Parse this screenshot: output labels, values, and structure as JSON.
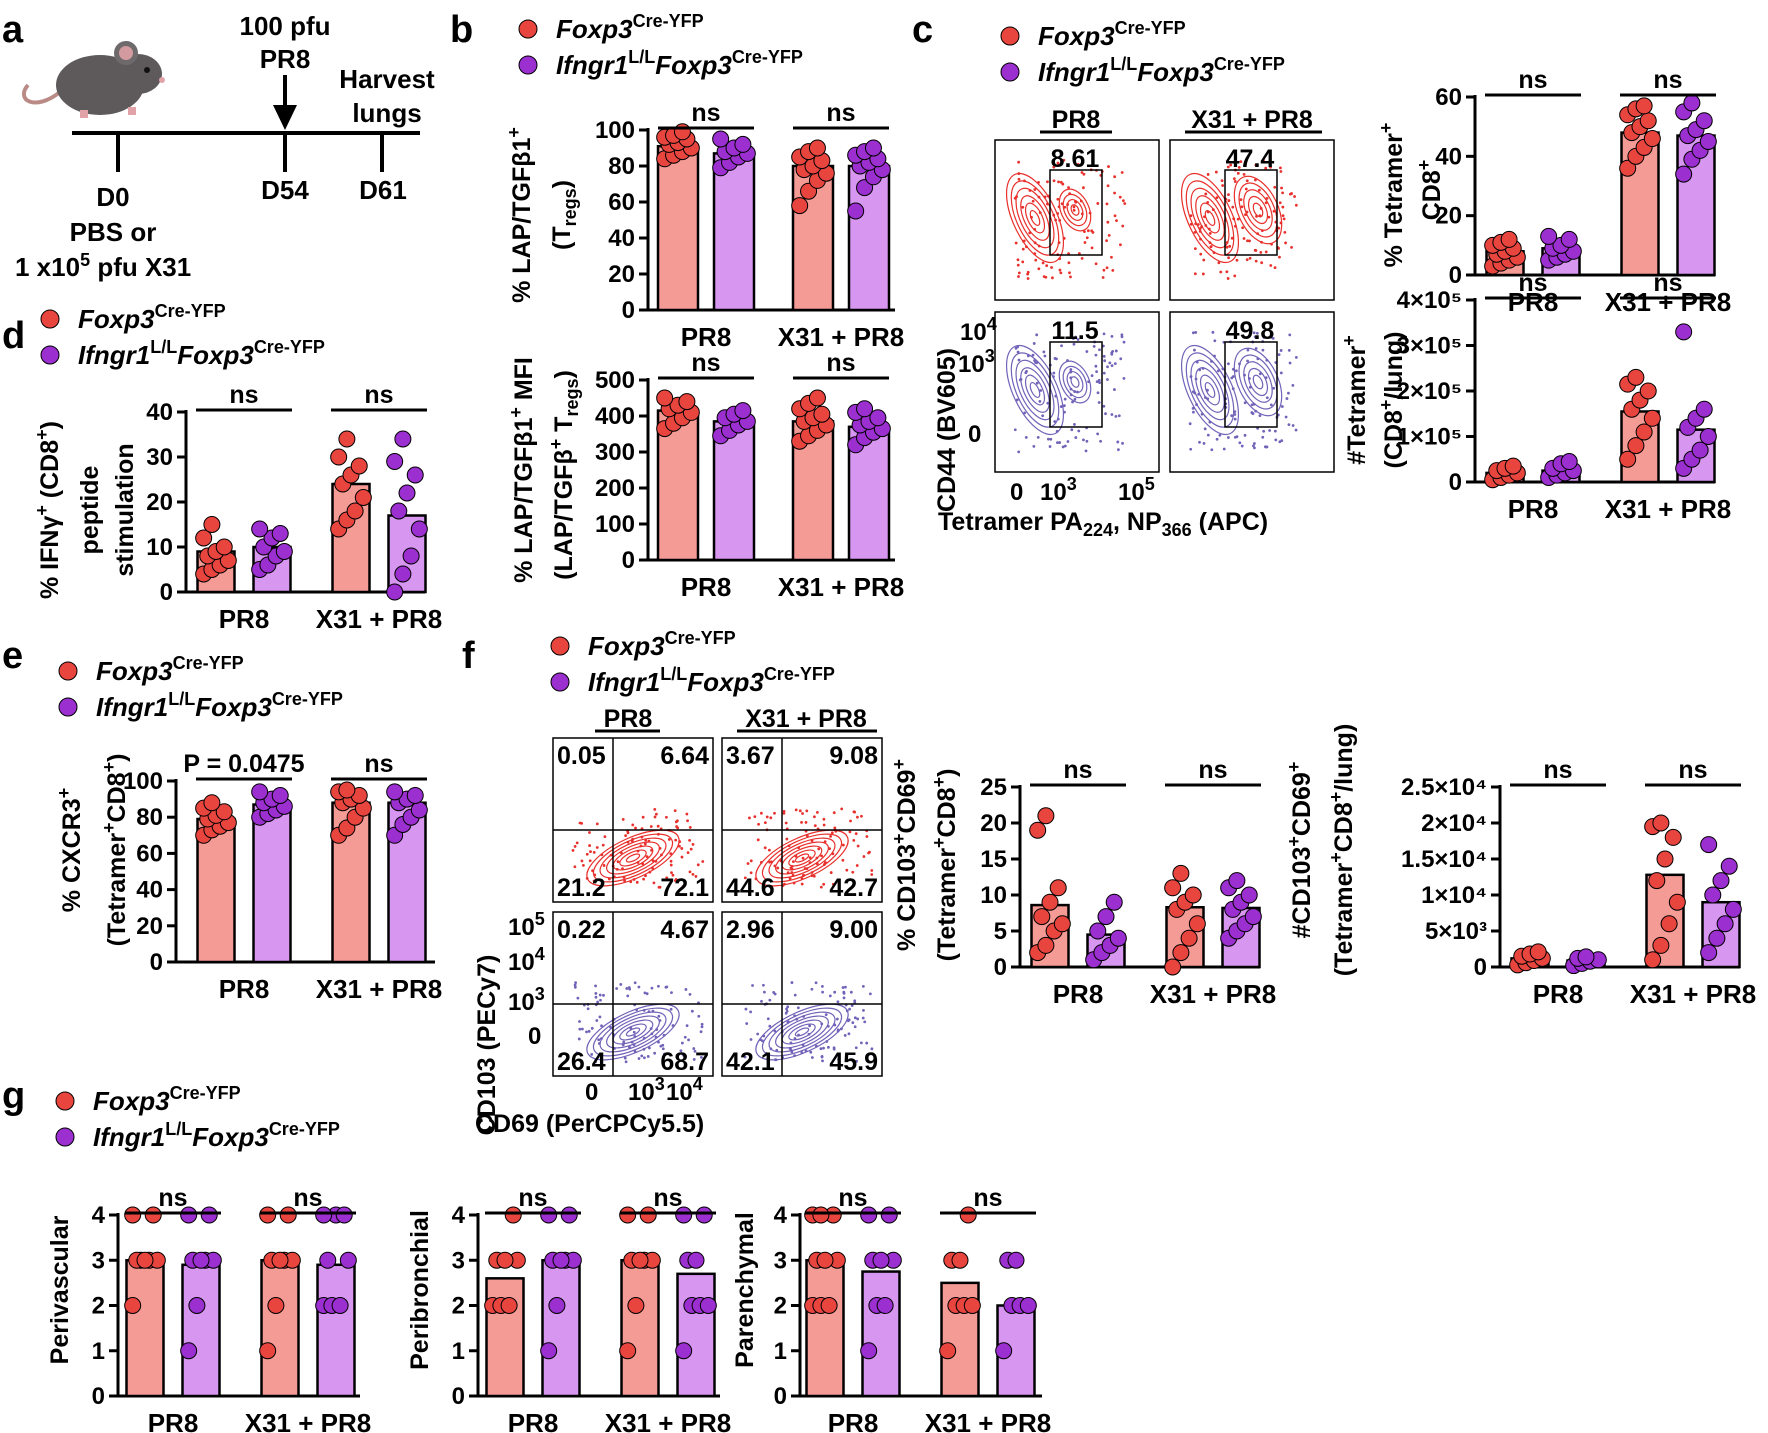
{
  "colors": {
    "ctrl_fill": "#f59b95",
    "ctrl_dot": "#e8453f",
    "ko_fill": "#d796f0",
    "ko_dot": "#9b2fd0",
    "facs_red": "#e8302c",
    "facs_purple": "#7262b8"
  },
  "legend": {
    "ctrl_main": "Foxp3",
    "ctrl_sup": "Cre-YFP",
    "ko_a": "Ifngr1",
    "ko_sup1": "L/L",
    "ko_b": "Foxp3",
    "ko_sup2": "Cre-YFP"
  },
  "panel_letters": [
    "a",
    "b",
    "c",
    "d",
    "e",
    "f",
    "g"
  ],
  "timeline": {
    "infect_top": "100 pfu",
    "infect_bottom": "PR8",
    "harvest_top": "Harvest",
    "harvest_bottom": "lungs",
    "d0": "D0",
    "d54": "D54",
    "d61": "D61",
    "prime_1": "PBS or",
    "prime_2": "1 x10",
    "prime_sup": "5",
    "prime_3": " pfu X31"
  },
  "facs": {
    "c": {
      "col_titles": [
        "PR8",
        "X31 + PR8"
      ],
      "gate_values": [
        "8.61",
        "47.4",
        "11.5",
        "49.8"
      ],
      "ylabel": "CD44 (BV605)",
      "xlabel": "Tetramer PA224, NP366 (APC)",
      "yticks": [
        "10",
        "4",
        "10",
        "3",
        "0"
      ],
      "xticks": [
        "0",
        "10",
        "3",
        "10",
        "5"
      ]
    },
    "f": {
      "col_titles": [
        "PR8",
        "X31 + PR8"
      ],
      "quadrants": [
        [
          "0.05",
          "6.64",
          "21.2",
          "72.1"
        ],
        [
          "3.67",
          "9.08",
          "44.6",
          "42.7"
        ],
        [
          "0.22",
          "4.67",
          "26.4",
          "68.7"
        ],
        [
          "2.96",
          "9.00",
          "42.1",
          "45.9"
        ]
      ],
      "ylabel": "CD103 (PECy7)",
      "xlabel": "CD69 (PerCPCy5.5)",
      "yticks": [
        "10",
        "5",
        "10",
        "4",
        "10",
        "3",
        "0"
      ],
      "xticks": [
        "0",
        "10",
        "3",
        "10",
        "4"
      ]
    }
  },
  "chart_data": [
    {
      "id": "b_top",
      "type": "bar",
      "categories": [
        "PR8",
        "X31 + PR8"
      ],
      "ylabel": "% LAP/TGFβ1+ (Tregs)",
      "ylim": [
        0,
        100
      ],
      "yticks": [
        "0",
        "20",
        "40",
        "60",
        "80",
        "100"
      ],
      "series": [
        {
          "name": "Foxp3Cre-YFP",
          "values": [
            91,
            80
          ],
          "points": [
            [
              84,
              86,
              88,
              90,
              92,
              93,
              95,
              96,
              97,
              99
            ],
            [
              58,
              66,
              72,
              76,
              78,
              80,
              83,
              85,
              88,
              90
            ]
          ]
        },
        {
          "name": "Ifngr1L/LFoxp3Cre-YFP",
          "values": [
            87,
            80
          ],
          "points": [
            [
              79,
              82,
              85,
              87,
              88,
              90,
              92,
              95
            ],
            [
              55,
              68,
              74,
              78,
              80,
              82,
              84,
              86,
              88,
              90
            ]
          ]
        }
      ],
      "significance": [
        "ns",
        "ns"
      ]
    },
    {
      "id": "b_bottom",
      "type": "bar",
      "categories": [
        "PR8",
        "X31 + PR8"
      ],
      "ylabel": "% LAP/TGFβ1+ MFI (LAP/TGFβ+ Tregs)",
      "ylim": [
        0,
        500
      ],
      "yticks": [
        "0",
        "100",
        "200",
        "300",
        "400",
        "500"
      ],
      "series": [
        {
          "name": "Foxp3Cre-YFP",
          "values": [
            415,
            385
          ],
          "points": [
            [
              365,
              380,
              395,
              410,
              420,
              430,
              440,
              450
            ],
            [
              330,
              345,
              360,
              375,
              385,
              395,
              405,
              420,
              435,
              450
            ]
          ]
        },
        {
          "name": "Ifngr1L/LFoxp3Cre-YFP",
          "values": [
            385,
            370
          ],
          "points": [
            [
              345,
              360,
              375,
              385,
              395,
              405,
              415
            ],
            [
              320,
              340,
              355,
              365,
              375,
              385,
              395,
              410,
              420
            ]
          ]
        }
      ],
      "significance": [
        "ns",
        "ns"
      ]
    },
    {
      "id": "c_top",
      "type": "bar",
      "categories": [
        "PR8",
        "X31 + PR8"
      ],
      "ylabel": "% Tetramer+ CD8+",
      "ylim": [
        0,
        60
      ],
      "yticks": [
        "0",
        "20",
        "40",
        "60"
      ],
      "series": [
        {
          "name": "Foxp3Cre-YFP",
          "values": [
            8,
            48
          ],
          "points": [
            [
              3,
              4,
              5,
              6,
              7,
              8,
              9,
              10,
              11,
              12
            ],
            [
              36,
              40,
              43,
              46,
              48,
              50,
              52,
              54,
              56,
              57
            ]
          ]
        },
        {
          "name": "Ifngr1L/LFoxp3Cre-YFP",
          "values": [
            9,
            47
          ],
          "points": [
            [
              5,
              6,
              7,
              8,
              9,
              10,
              12,
              13
            ],
            [
              34,
              39,
              42,
              45,
              47,
              49,
              52,
              55,
              58
            ]
          ]
        }
      ],
      "significance": [
        "ns",
        "ns"
      ]
    },
    {
      "id": "c_bottom",
      "type": "bar",
      "categories": [
        "PR8",
        "X31 + PR8"
      ],
      "ylabel": "#Tetramer+ (CD8+/lung)",
      "ylim": [
        0,
        400000
      ],
      "yticks": [
        "0",
        "1×10⁵",
        "2×10⁵",
        "3×10⁵",
        "4×10⁵"
      ],
      "series": [
        {
          "name": "Foxp3Cre-YFP",
          "values": [
            20000,
            155000
          ],
          "points": [
            [
              5000,
              10000,
              15000,
              20000,
              25000,
              30000,
              35000
            ],
            [
              50000,
              80000,
              110000,
              140000,
              160000,
              180000,
              200000,
              215000,
              230000
            ]
          ]
        },
        {
          "name": "Ifngr1L/LFoxp3Cre-YFP",
          "values": [
            25000,
            115000
          ],
          "points": [
            [
              10000,
              15000,
              20000,
              25000,
              30000,
              40000,
              45000
            ],
            [
              30000,
              50000,
              70000,
              100000,
              120000,
              140000,
              160000,
              330000
            ]
          ]
        }
      ],
      "significance": [
        "ns",
        "ns"
      ]
    },
    {
      "id": "d",
      "type": "bar",
      "categories": [
        "PR8",
        "X31 + PR8"
      ],
      "ylabel": "% IFNγ+ (CD8+) peptide stimulation",
      "ylim": [
        0,
        40
      ],
      "yticks": [
        "0",
        "10",
        "20",
        "30",
        "40"
      ],
      "series": [
        {
          "name": "Foxp3Cre-YFP",
          "values": [
            9,
            24
          ],
          "points": [
            [
              4,
              5,
              6,
              7,
              8,
              9,
              10,
              12,
              15
            ],
            [
              14,
              16,
              18,
              21,
              24,
              26,
              28,
              30,
              34
            ]
          ]
        },
        {
          "name": "Ifngr1L/LFoxp3Cre-YFP",
          "values": [
            10,
            17
          ],
          "points": [
            [
              5,
              6,
              8,
              9,
              10,
              12,
              13,
              14
            ],
            [
              0,
              4,
              8,
              14,
              18,
              22,
              26,
              29,
              34
            ]
          ]
        }
      ],
      "significance": [
        "ns",
        "ns"
      ]
    },
    {
      "id": "e",
      "type": "bar",
      "categories": [
        "PR8",
        "X31 + PR8"
      ],
      "ylabel": "% CXCR3+ (Tetramer+CD8+)",
      "ylim": [
        0,
        100
      ],
      "yticks": [
        "0",
        "20",
        "40",
        "60",
        "80",
        "100"
      ],
      "series": [
        {
          "name": "Foxp3Cre-YFP",
          "values": [
            79,
            88
          ],
          "points": [
            [
              70,
              73,
              75,
              77,
              79,
              81,
              83,
              85,
              88
            ],
            [
              70,
              74,
              80,
              85,
              88,
              90,
              92,
              94,
              95
            ]
          ]
        },
        {
          "name": "Ifngr1L/LFoxp3Cre-YFP",
          "values": [
            87,
            88
          ],
          "points": [
            [
              80,
              82,
              84,
              86,
              88,
              90,
              92,
              94
            ],
            [
              70,
              76,
              80,
              84,
              88,
              90,
              92,
              94
            ]
          ]
        }
      ],
      "significance": [
        "P = 0.0475",
        "ns"
      ]
    },
    {
      "id": "f_left",
      "type": "bar",
      "categories": [
        "PR8",
        "X31 + PR8"
      ],
      "ylabel": "% CD103+CD69+ (Tetramer+CD8+)",
      "ylim": [
        0,
        25
      ],
      "yticks": [
        "0",
        "5",
        "10",
        "15",
        "20",
        "25"
      ],
      "series": [
        {
          "name": "Foxp3Cre-YFP",
          "values": [
            8.6,
            8.3
          ],
          "points": [
            [
              2,
              3,
              5,
              6,
              7,
              9,
              11,
              19,
              21
            ],
            [
              0,
              2,
              4,
              6,
              8,
              9,
              10,
              11,
              13
            ]
          ]
        },
        {
          "name": "Ifngr1L/LFoxp3Cre-YFP",
          "values": [
            4.5,
            8.2
          ],
          "points": [
            [
              1,
              2,
              3,
              4,
              5,
              7,
              9
            ],
            [
              4,
              5,
              6,
              7,
              8,
              9,
              10,
              11,
              12
            ]
          ]
        }
      ],
      "significance": [
        "ns",
        "ns"
      ]
    },
    {
      "id": "f_right",
      "type": "bar",
      "categories": [
        "PR8",
        "X31 + PR8"
      ],
      "ylabel": "#CD103+CD69+ (Tetramer+CD8+/lung)",
      "ylim": [
        0,
        25000
      ],
      "yticks": [
        "0",
        "5×10³",
        "1×10⁴",
        "1.5×10⁴",
        "2×10⁴",
        "2.5×10⁴"
      ],
      "series": [
        {
          "name": "Foxp3Cre-YFP",
          "values": [
            1200,
            12800
          ],
          "points": [
            [
              300,
              600,
              900,
              1200,
              1500,
              1800,
              2100
            ],
            [
              1000,
              3000,
              6000,
              9000,
              12000,
              15000,
              18000,
              19500,
              20000
            ]
          ]
        },
        {
          "name": "Ifngr1L/LFoxp3Cre-YFP",
          "values": [
            900,
            9000
          ],
          "points": [
            [
              200,
              500,
              800,
              1000,
              1200,
              1400
            ],
            [
              2000,
              4000,
              6000,
              8000,
              10000,
              12000,
              14000,
              17000
            ]
          ]
        }
      ],
      "significance": [
        "ns",
        "ns"
      ]
    },
    {
      "id": "g_perivascular",
      "type": "bar",
      "categories": [
        "PR8",
        "X31 + PR8"
      ],
      "ylabel": "Perivascular",
      "ylim": [
        0,
        4
      ],
      "yticks": [
        "0",
        "1",
        "2",
        "3",
        "4"
      ],
      "series": [
        {
          "name": "Foxp3Cre-YFP",
          "values": [
            3.0,
            3.0
          ],
          "points": [
            [
              2,
              3,
              3,
              3,
              3,
              3,
              4,
              4
            ],
            [
              1,
              2,
              3,
              3,
              3,
              3,
              4,
              4
            ]
          ]
        },
        {
          "name": "Ifngr1L/LFoxp3Cre-YFP",
          "values": [
            2.9,
            2.9
          ],
          "points": [
            [
              1,
              2,
              3,
              3,
              3,
              3,
              4,
              4
            ],
            [
              2,
              2,
              2,
              3,
              3,
              4,
              4,
              4
            ]
          ]
        }
      ],
      "significance": [
        "ns",
        "ns"
      ]
    },
    {
      "id": "g_peribronchial",
      "type": "bar",
      "categories": [
        "PR8",
        "X31 + PR8"
      ],
      "ylabel": "Peribronchial",
      "ylim": [
        0,
        4
      ],
      "yticks": [
        "0",
        "1",
        "2",
        "3",
        "4"
      ],
      "series": [
        {
          "name": "Foxp3Cre-YFP",
          "values": [
            2.6,
            3.0
          ],
          "points": [
            [
              2,
              2,
              2,
              3,
              3,
              3,
              4
            ],
            [
              1,
              2,
              3,
              3,
              3,
              3,
              4,
              4
            ]
          ]
        },
        {
          "name": "Ifngr1L/LFoxp3Cre-YFP",
          "values": [
            3.0,
            2.7
          ],
          "points": [
            [
              1,
              2,
              3,
              3,
              3,
              3,
              4,
              4
            ],
            [
              1,
              2,
              2,
              2,
              3,
              3,
              4,
              4
            ]
          ]
        }
      ],
      "significance": [
        "ns",
        "ns"
      ]
    },
    {
      "id": "g_parenchymal",
      "type": "bar",
      "categories": [
        "PR8",
        "X31 + PR8"
      ],
      "ylabel": "Parenchymal",
      "ylim": [
        0,
        4
      ],
      "yticks": [
        "0",
        "1",
        "2",
        "3",
        "4"
      ],
      "series": [
        {
          "name": "Foxp3Cre-YFP",
          "values": [
            3.0,
            2.5
          ],
          "points": [
            [
              2,
              2,
              2,
              3,
              3,
              3,
              4,
              4,
              4
            ],
            [
              1,
              2,
              2,
              2,
              3,
              3,
              4
            ]
          ]
        },
        {
          "name": "Ifngr1L/LFoxp3Cre-YFP",
          "values": [
            2.75,
            2.0
          ],
          "points": [
            [
              1,
              2,
              2,
              3,
              3,
              3,
              4,
              4
            ],
            [
              1,
              2,
              2,
              2,
              3,
              3
            ]
          ]
        }
      ],
      "significance": [
        "ns",
        "ns"
      ]
    }
  ]
}
